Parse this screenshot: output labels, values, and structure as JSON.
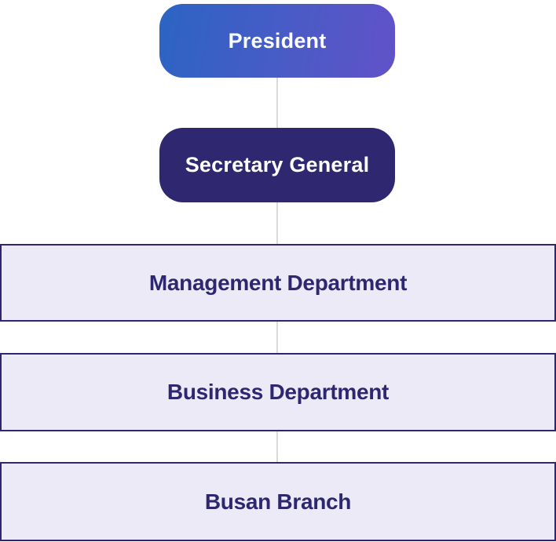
{
  "org_chart": {
    "type": "org-hierarchy",
    "connector_color": "#D9D9D9",
    "nodes": [
      {
        "id": "president",
        "label": "President",
        "shape": "rounded-pill",
        "colors": {
          "gradient_start": "#2B64C4",
          "gradient_end": "#6152C8",
          "text": "#FFFFFF"
        }
      },
      {
        "id": "secretary-general",
        "label": "Secretary General",
        "shape": "rounded-pill",
        "colors": {
          "background": "#2F2871",
          "text": "#FFFFFF"
        }
      },
      {
        "id": "management-department",
        "label": "Management Department",
        "shape": "full-width-bar",
        "colors": {
          "background": "#EBEAF6",
          "border": "#2E2770",
          "text": "#2E2770"
        }
      },
      {
        "id": "business-department",
        "label": "Business Department",
        "shape": "full-width-bar",
        "colors": {
          "background": "#EBEAF6",
          "border": "#2E2770",
          "text": "#2E2770"
        }
      },
      {
        "id": "busan-branch",
        "label": "Busan Branch",
        "shape": "full-width-bar",
        "colors": {
          "background": "#EBEAF6",
          "border": "#2E2770",
          "text": "#2E2770"
        }
      }
    ],
    "edges": [
      [
        "president",
        "secretary-general"
      ],
      [
        "secretary-general",
        "management-department"
      ],
      [
        "management-department",
        "business-department"
      ],
      [
        "business-department",
        "busan-branch"
      ]
    ]
  }
}
